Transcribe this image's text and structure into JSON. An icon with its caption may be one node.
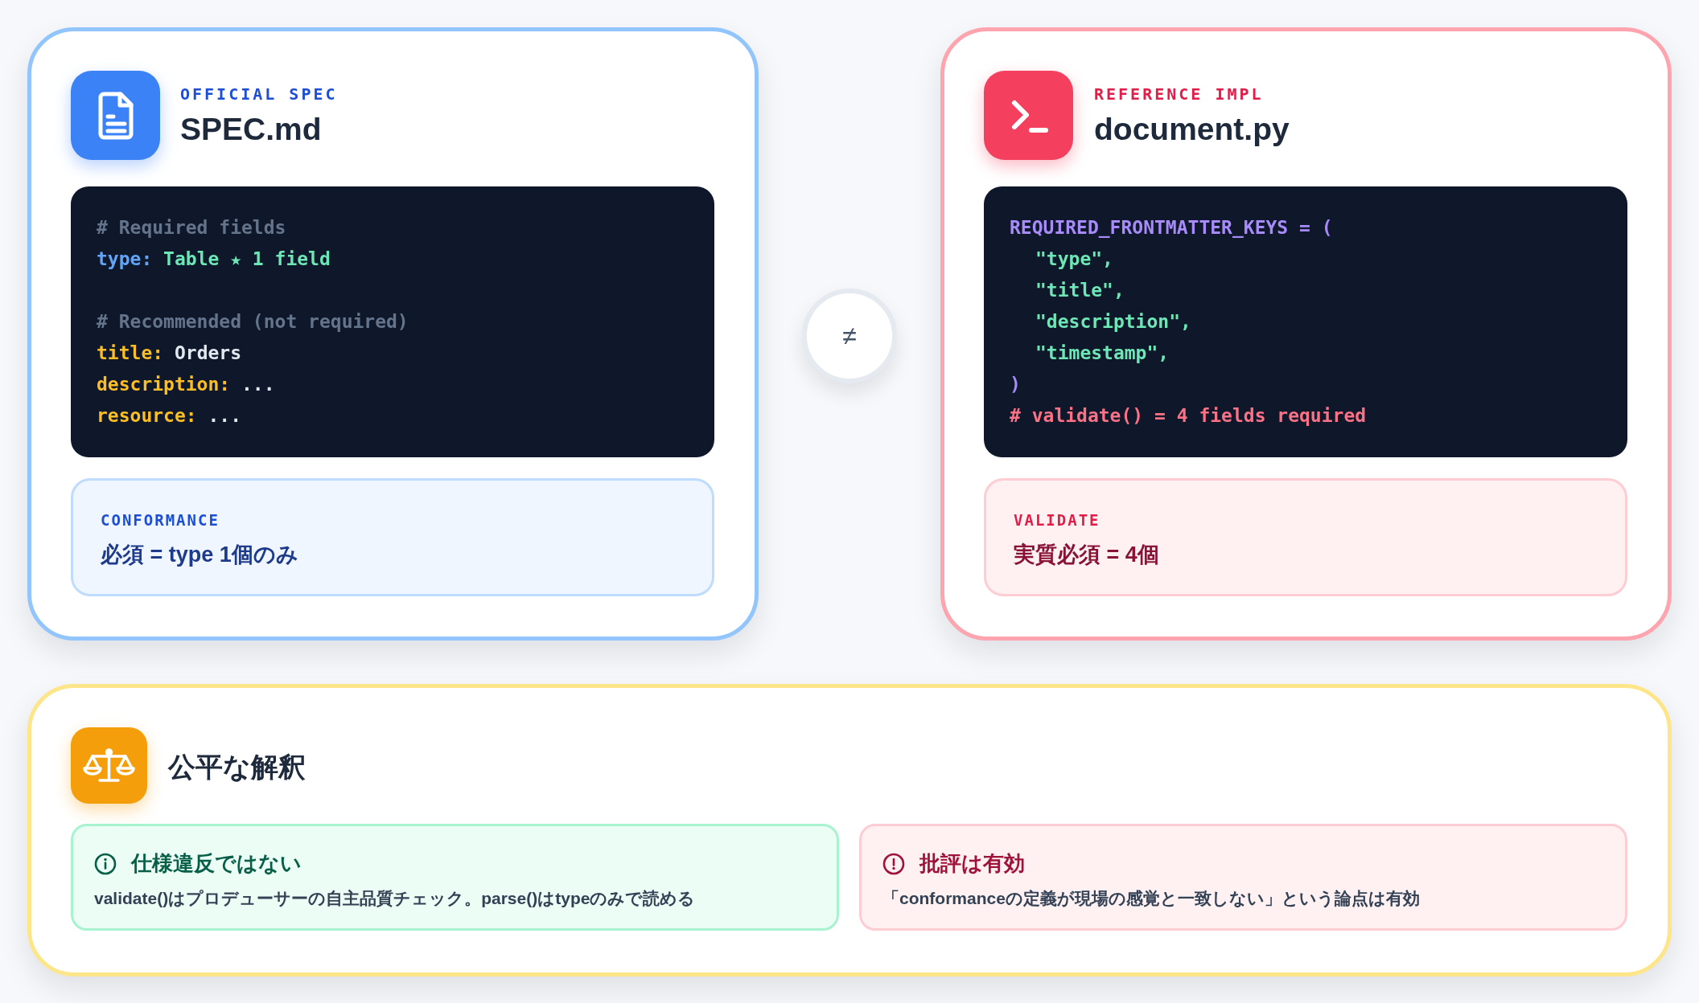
{
  "diagram": {
    "nodes": [
      {
        "text": [
          "OFFICIAL SPEC",
          "SPEC.md"
        ]
      },
      {
        "text": [
          "# Required fields",
          "type: Table ★ 1 field",
          "# Recommended (not required)",
          "title: Orders",
          "description: ...",
          "resource: ..."
        ],
        "in": 0
      },
      {
        "text": [
          "CONFORMANCE",
          "必須 = type 1個のみ"
        ],
        "in": 0
      },
      {
        "text": [
          "≠"
        ]
      },
      {
        "text": [
          "REFERENCE IMPL",
          "document.py"
        ]
      },
      {
        "text": [
          "REQUIRED_FRONTMATTER_KEYS = (",
          "\"type\",",
          "\"title\",",
          "\"description\",",
          "\"timestamp\",",
          ")",
          "# validate() = 4 fields required"
        ],
        "in": 4
      },
      {
        "text": [
          "VALIDATE",
          "実質必須 = 4個"
        ],
        "in": 4
      },
      {
        "text": [
          "公平な解釈"
        ]
      },
      {
        "text": [
          "仕様違反ではない",
          "validate()はプロデューサーの自主品質チェック。parse()はtypeのみで読める"
        ],
        "in": 7
      },
      {
        "text": [
          "批評は有効",
          "「conformanceの定義が現場の感覚と一致しない」という論点は有効"
        ],
        "in": 7
      }
    ]
  }
}
